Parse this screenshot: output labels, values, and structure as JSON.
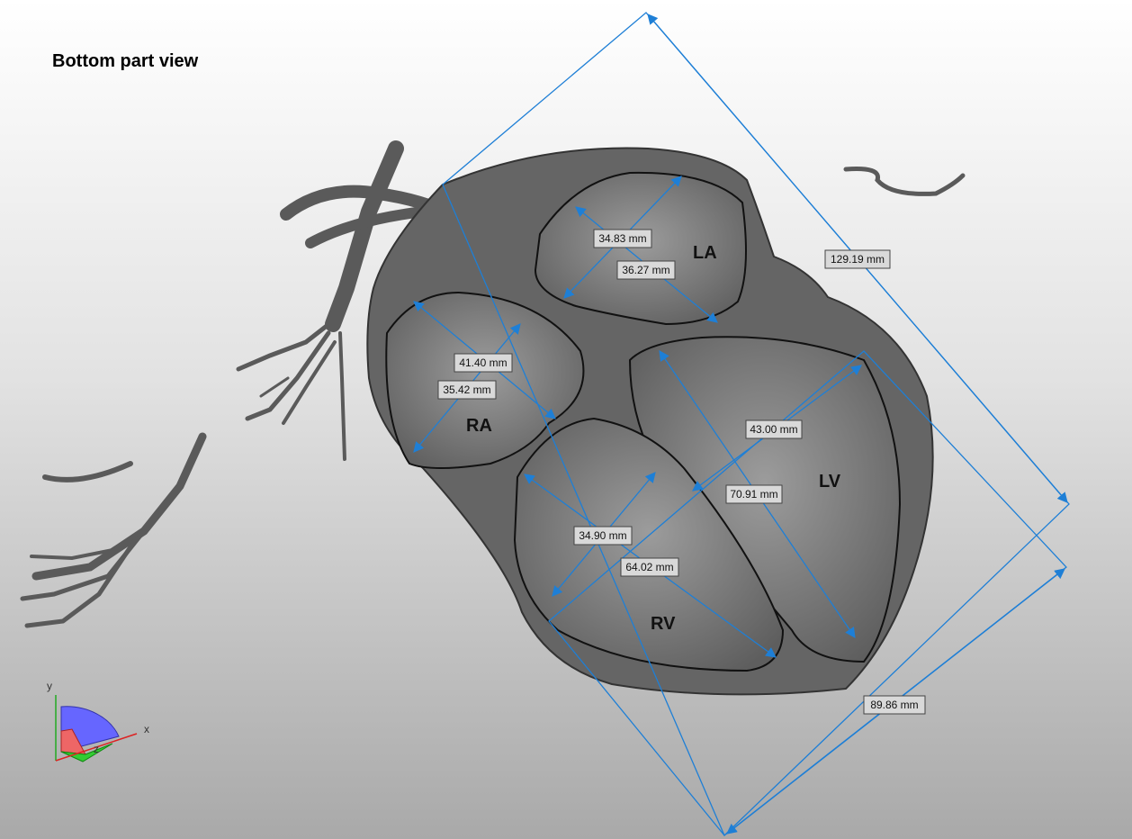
{
  "view": {
    "title": "Bottom part view"
  },
  "chambers": {
    "la": "LA",
    "ra": "RA",
    "lv": "LV",
    "rv": "RV"
  },
  "measurements": {
    "la_1": "34.83 mm",
    "la_2": "36.27 mm",
    "ra_1": "41.40 mm",
    "ra_2": "35.42 mm",
    "lv_1": "43.00 mm",
    "lv_2": "70.91 mm",
    "rv_1": "34.90 mm",
    "rv_2": "64.02 mm",
    "box_length": "129.19 mm",
    "box_width": "89.86 mm"
  },
  "axes": {
    "x": "x",
    "y": "y",
    "z": "z"
  },
  "colors": {
    "measure_line": "#1e7fd6",
    "tissue": "#666666",
    "cavity": "#8a8a8a",
    "label_bg": "#d9d9d9"
  }
}
